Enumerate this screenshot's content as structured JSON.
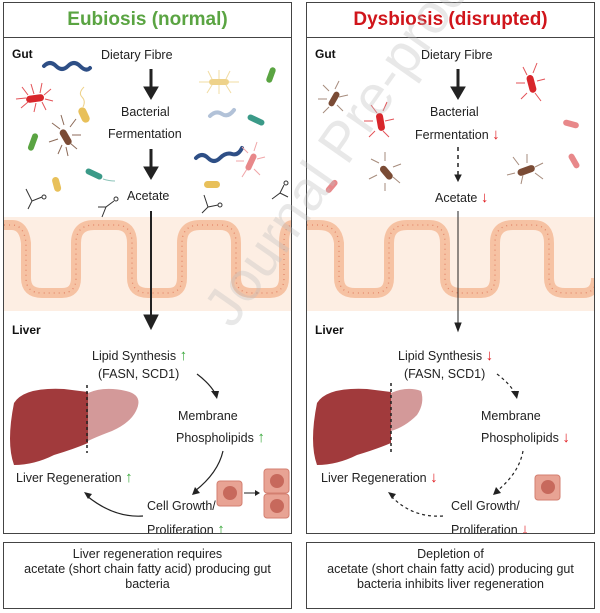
{
  "colors": {
    "eubiosis_title": "#5aa442",
    "dysbiosis_title": "#d0151b",
    "increase_arrow": "#39a83a",
    "decrease_arrow": "#e0191d",
    "gut_epithelium": "#f7c9ad",
    "liver": "#a13a3c"
  },
  "watermark": "Journal Pre-proof",
  "panels": [
    {
      "title": "Eubiosis (normal)",
      "gut_label": "Gut",
      "liver_label": "Liver",
      "steps": {
        "fibre": "Dietary Fibre",
        "fermentation_1": "Bacterial",
        "fermentation_2": "Fermentation",
        "acetate": "Acetate",
        "lipid_1": "Lipid Synthesis",
        "lipid_2": "(FASN, SCD1)",
        "membrane_1": "Membrane",
        "membrane_2": "Phospholipids",
        "growth_1": "Cell Growth/",
        "growth_2": "Proliferation",
        "regeneration": "Liver Regeneration"
      },
      "indicators": {
        "fermentation": "",
        "acetate": "",
        "lipid": "↑",
        "membrane": "↑",
        "growth": "↑",
        "regeneration": "↑"
      },
      "flow_style": "solid",
      "caption": [
        "Liver regeneration requires",
        "acetate (short chain fatty acid) producing gut",
        "bacteria"
      ]
    },
    {
      "title": "Dysbiosis (disrupted)",
      "gut_label": "Gut",
      "liver_label": "Liver",
      "steps": {
        "fibre": "Dietary Fibre",
        "fermentation_1": "Bacterial",
        "fermentation_2": "Fermentation",
        "acetate": "Acetate",
        "lipid_1": "Lipid Synthesis",
        "lipid_2": "(FASN, SCD1)",
        "membrane_1": "Membrane",
        "membrane_2": "Phospholipids",
        "growth_1": "Cell Growth/",
        "growth_2": "Proliferation",
        "regeneration": "Liver Regeneration"
      },
      "indicators": {
        "fermentation": "↓",
        "acetate": "↓",
        "lipid": "↓",
        "membrane": "↓",
        "growth": "↓",
        "regeneration": "↓"
      },
      "flow_style": "dashed",
      "caption": [
        "Depletion of",
        "acetate (short chain fatty acid) producing gut",
        "bacteria inhibits liver regeneration"
      ]
    }
  ]
}
